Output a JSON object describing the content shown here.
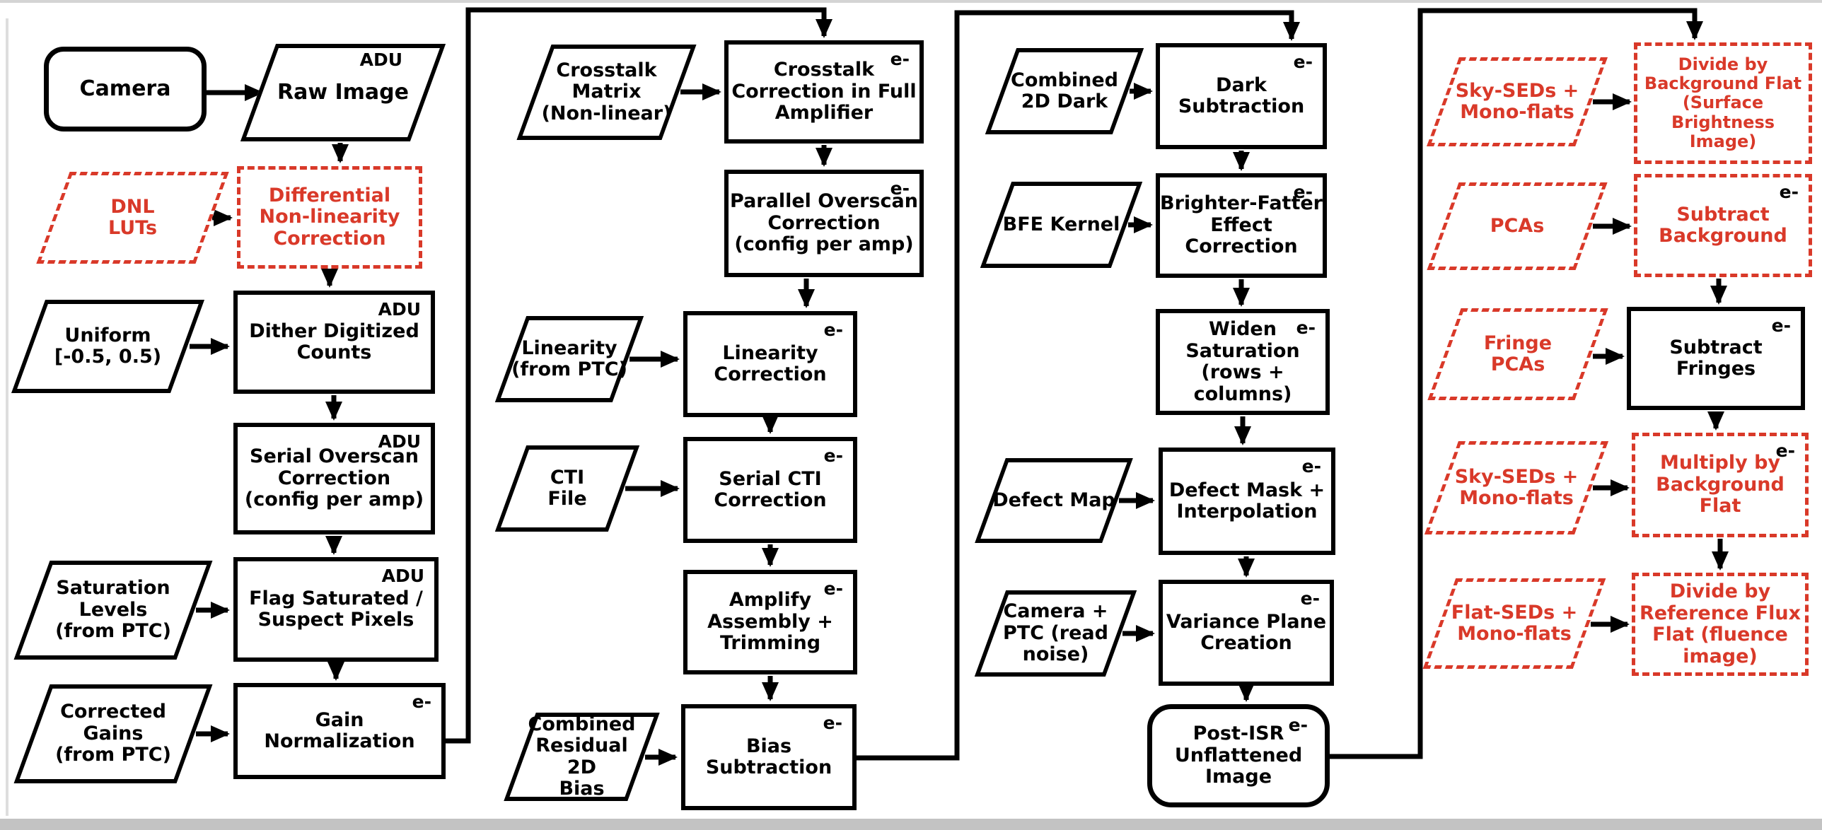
{
  "diagram": {
    "background_color": "#ffffff",
    "accent_red": "#d93929",
    "accent_black": "#000000",
    "nodes": {
      "camera": {
        "label": "Camera"
      },
      "raw_image": {
        "label": "Raw Image",
        "unit": "ADU"
      },
      "dnl_luts": {
        "label": "DNL\nLUTs"
      },
      "dnl_correction": {
        "label": "Differential\nNon-linearity\nCorrection"
      },
      "uniform": {
        "label": "Uniform\n[-0.5, 0.5)"
      },
      "dither_digitized": {
        "label": "Dither Digitized\nCounts",
        "unit": "ADU"
      },
      "serial_overscan": {
        "label": "Serial Overscan\nCorrection\n(config per amp)",
        "unit": "ADU"
      },
      "saturation_levels": {
        "label": "Saturation\nLevels\n(from PTC)"
      },
      "flag_saturated": {
        "label": "Flag Saturated /\nSuspect Pixels",
        "unit": "ADU"
      },
      "corrected_gains": {
        "label": "Corrected\nGains\n(from PTC)"
      },
      "gain_normalization": {
        "label": "Gain\nNormalization",
        "unit": "e-"
      },
      "crosstalk_matrix": {
        "label": "Crosstalk\nMatrix\n(Non-linear)"
      },
      "crosstalk_correction": {
        "label": "Crosstalk\nCorrection in Full\nAmplifier",
        "unit": "e-"
      },
      "parallel_overscan": {
        "label": "Parallel Overscan\nCorrection\n(config per amp)",
        "unit": "e-"
      },
      "linearity": {
        "label": "Linearity\n(from PTC)"
      },
      "linearity_correction": {
        "label": "Linearity\nCorrection",
        "unit": "e-"
      },
      "cti_file": {
        "label": "CTI\nFile"
      },
      "serial_cti": {
        "label": "Serial CTI\nCorrection",
        "unit": "e-"
      },
      "amplify_assembly": {
        "label": "Amplify\nAssembly +\nTrimming",
        "unit": "e-"
      },
      "combined_residual_bias": {
        "label": "Combined\nResidual 2D\nBias"
      },
      "bias_subtraction": {
        "label": "Bias Subtraction",
        "unit": "e-"
      },
      "combined_2d_dark": {
        "label": "Combined\n2D Dark"
      },
      "dark_subtraction": {
        "label": "Dark Subtraction",
        "unit": "e-"
      },
      "bfe_kernel": {
        "label": "BFE Kernel"
      },
      "bfe_correction": {
        "label": "Brighter-Fatter\nEffect Correction",
        "unit": "e-"
      },
      "widen_saturation": {
        "label": "Widen Saturation\n(rows + columns)",
        "unit": "e-"
      },
      "defect_map": {
        "label": "Defect Map"
      },
      "defect_mask": {
        "label": "Defect Mask +\nInterpolation",
        "unit": "e-"
      },
      "camera_ptc": {
        "label": "Camera +\nPTC (read\nnoise)"
      },
      "variance_plane": {
        "label": "Variance Plane\nCreation",
        "unit": "e-"
      },
      "post_isr": {
        "label": "Post-ISR\nUnflattened\nImage",
        "unit": "e-"
      },
      "sky_seds_mono_flats_1": {
        "label": "Sky-SEDs +\nMono-flats"
      },
      "divide_background_flat": {
        "label": "Divide by\nBackground Flat\n(Surface\nBrightness\nImage)"
      },
      "pcas": {
        "label": "PCAs"
      },
      "subtract_background": {
        "label": "Subtract\nBackground",
        "unit": "e-"
      },
      "fringe_pcas": {
        "label": "Fringe\nPCAs"
      },
      "subtract_fringes": {
        "label": "Subtract\nFringes",
        "unit": "e-"
      },
      "sky_seds_mono_flats_2": {
        "label": "Sky-SEDs +\nMono-flats"
      },
      "multiply_background_flat": {
        "label": "Multiply by\nBackground\nFlat",
        "unit": "e-"
      },
      "flat_seds_mono_flats": {
        "label": "Flat-SEDs +\nMono-flats"
      },
      "divide_reference_flux_flat": {
        "label": "Divide by\nReference Flux\nFlat (fluence\nimage)"
      }
    }
  }
}
